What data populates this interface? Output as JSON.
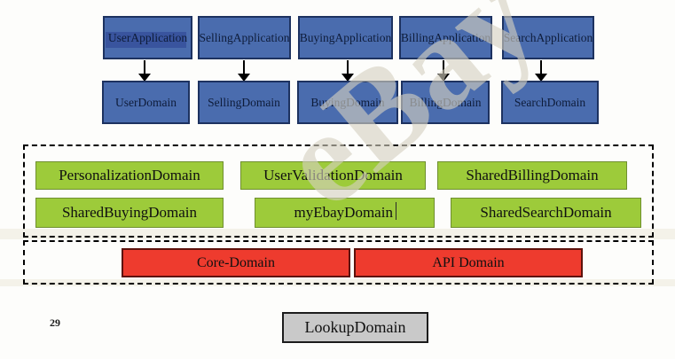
{
  "watermark": {
    "text": "eBay"
  },
  "page": {
    "number": "29"
  },
  "colors": {
    "application_box_fill": "#4a6cae",
    "application_box_border": "#1d3260",
    "shared_box_fill": "#9dcb3a",
    "shared_box_border": "#6f8f2f",
    "core_box_fill": "#ee3b2e",
    "core_box_border": "#5d120c",
    "lookup_box_fill": "#c9c9c9",
    "selection_highlight": "#39549e",
    "watermark_color": "#d5d0c0"
  },
  "diagram": {
    "applications": {
      "0": "UserApplication",
      "1": "SellingApplication",
      "2": "BuyingApplication",
      "3": "BillingApplication",
      "4": "SearchApplication"
    },
    "domains": {
      "0": "UserDomain",
      "1": "SellingDomain",
      "2": "BuyingDomain",
      "3": "BillingDomain",
      "4": "SearchDomain"
    },
    "shared_row1": {
      "0": "PersonalizationDomain",
      "1": "UserValidationDomain",
      "2": "SharedBillingDomain"
    },
    "shared_row2": {
      "0": "SharedBuyingDomain",
      "1": "myEbayDomain",
      "2": "SharedSearchDomain"
    },
    "core_row": {
      "0": "Core-Domain",
      "1": "API Domain"
    },
    "lookup_domain": "LookupDomain"
  }
}
